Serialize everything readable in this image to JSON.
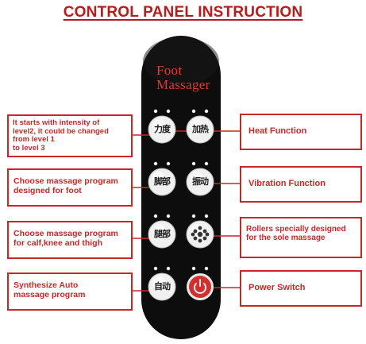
{
  "title": "CONTROL PANEL INSTRUCTION",
  "remote": {
    "label_line1": "Foot",
    "label_line2": "Massager",
    "body_color": "#0d0d0d",
    "accent_color": "#c62828"
  },
  "buttons": [
    {
      "id": "intensity",
      "glyph": "力度",
      "icon": "intensity-icon"
    },
    {
      "id": "heat",
      "glyph": "加热",
      "icon": "heat-icon"
    },
    {
      "id": "foot-program",
      "glyph": "脚部",
      "icon": "foot-program-icon"
    },
    {
      "id": "vibration",
      "glyph": "振动",
      "icon": "vibration-icon"
    },
    {
      "id": "leg-program",
      "glyph": "腿部",
      "icon": "leg-program-icon"
    },
    {
      "id": "rollers",
      "glyph": "",
      "icon": "rollers-icon"
    },
    {
      "id": "auto",
      "glyph": "自动",
      "icon": "auto-icon"
    },
    {
      "id": "power",
      "glyph": "",
      "icon": "power-icon"
    }
  ],
  "callouts": {
    "intensity": [
      "It starts with intensity of",
      "level2, it could be changed",
      "from level 1",
      "to level 3"
    ],
    "heat": [
      "Heat Function"
    ],
    "foot_program": [
      "Choose massage program",
      "designed for foot"
    ],
    "vibration": [
      "Vibration Function"
    ],
    "leg_program": [
      "Choose massage program",
      "for calf,knee and thigh"
    ],
    "rollers": [
      "Rollers specially designed",
      "for the sole massage"
    ],
    "auto": [
      "Synthesize Auto",
      "massage program"
    ],
    "power": [
      "Power Switch"
    ]
  }
}
